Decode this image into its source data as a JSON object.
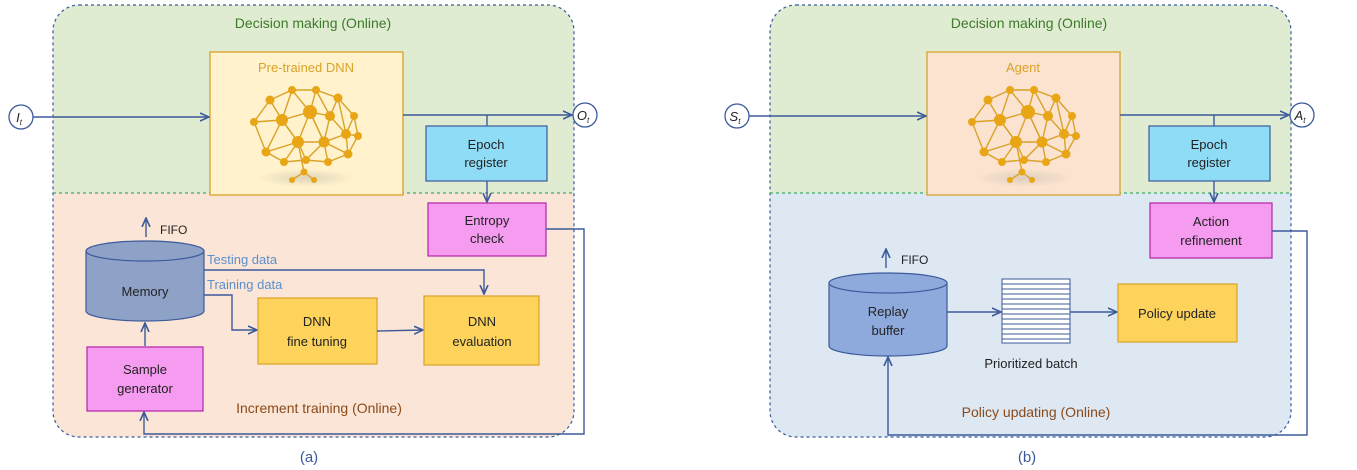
{
  "colors": {
    "online_fill": "#dfecd2",
    "training_fill": "#fbe5d6",
    "policy_fill": "#dde8f3",
    "dnn_fill": "#fff2cc",
    "agent_fill": "#fbe3cf",
    "cyan_box": "#8fdcf7",
    "magenta_box": "#f59bf0",
    "yellow_box": "#fdd35c",
    "memory_fill": "#8ea2c8",
    "buffer_fill": "#8eaadc",
    "arrow": "#3c5a9a",
    "label_blue": "#5b8fcc",
    "label_green": "#3d7a2a",
    "label_brown": "#8a4a1a"
  },
  "icons": [
    "brain-network-icon"
  ],
  "panel_a": {
    "online_title": "Decision making (Online)",
    "dnn_title": "Pre-trained DNN",
    "input": {
      "var": "I",
      "sub": "t"
    },
    "output": {
      "var": "O",
      "sub": "t"
    },
    "epoch_line1": "Epoch",
    "epoch_line2": "register",
    "entropy_line1": "Entropy",
    "entropy_line2": "check",
    "fifo": "FIFO",
    "memory": "Memory",
    "testing_data": "Testing data",
    "training_data": "Training data",
    "tuning_line1": "DNN",
    "tuning_line2": "fine tuning",
    "eval_line1": "DNN",
    "eval_line2": "evaluation",
    "sample_line1": "Sample",
    "sample_line2": "generator",
    "training_title": "Increment training (Online)",
    "caption": "(a)"
  },
  "panel_b": {
    "online_title": "Decision making (Online)",
    "agent_title": "Agent",
    "input": {
      "var": "S",
      "sub": "t"
    },
    "output": {
      "var": "A",
      "sub": "t"
    },
    "epoch_line1": "Epoch",
    "epoch_line2": "register",
    "action_line1": "Action",
    "action_line2": "refinement",
    "fifo": "FIFO",
    "buffer_line1": "Replay",
    "buffer_line2": "buffer",
    "batch_label": "Prioritized batch",
    "policy_update": "Policy update",
    "policy_title": "Policy  updating (Online)",
    "caption": "(b)"
  }
}
